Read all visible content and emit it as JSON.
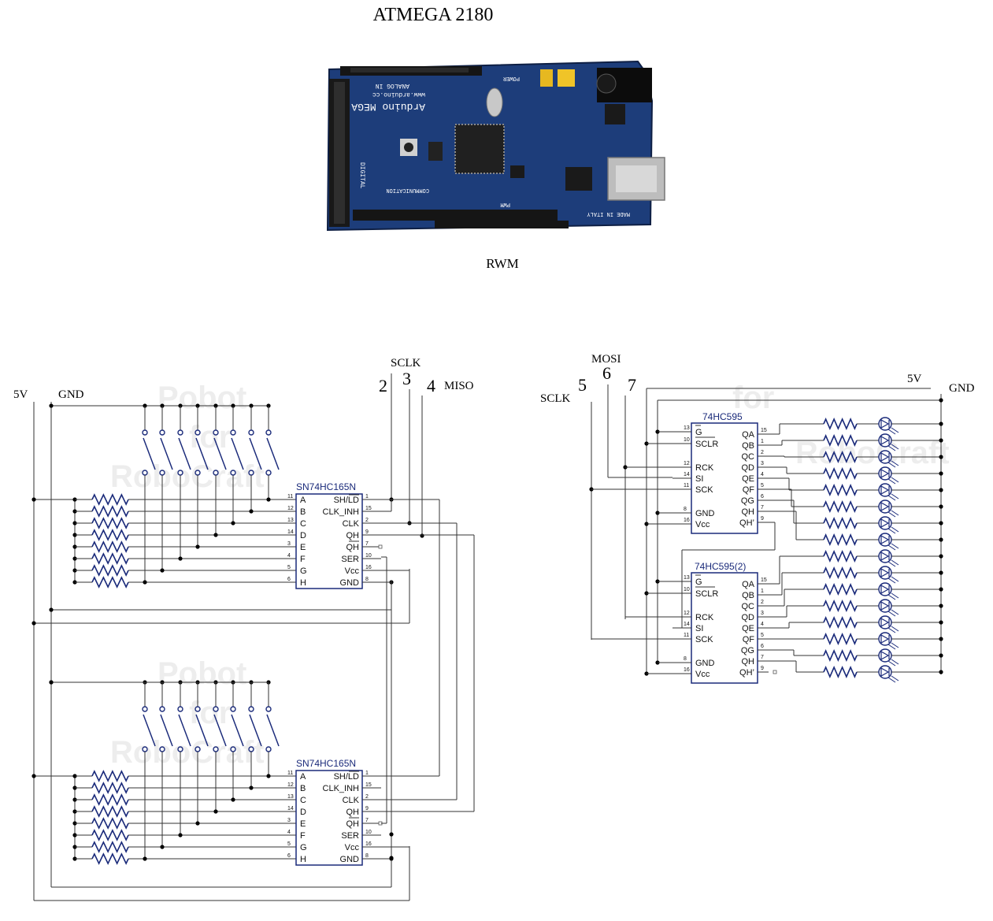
{
  "title": "ATMEGA 2180",
  "board": {
    "caption": "RWM",
    "silkscreen": [
      "Arduino MEGA",
      "www.arduino.cc",
      "ANALOG IN",
      "DIGITAL",
      "COMMUNICATION",
      "PWM",
      "POWER",
      "MADE IN ITALY"
    ]
  },
  "left": {
    "labels": {
      "vcc": "5V",
      "gnd": "GND",
      "sclk": "SCLK",
      "miso": "MISO",
      "pin2": "2",
      "pin3": "3",
      "pin4": "4"
    },
    "chip_name": "SN74HC165N",
    "inputs": [
      "A",
      "B",
      "C",
      "D",
      "E",
      "F",
      "G",
      "H"
    ],
    "input_pins": [
      "11",
      "12",
      "13",
      "14",
      "3",
      "4",
      "5",
      "6"
    ],
    "outputs": [
      "SH/LD",
      "CLK_INH",
      "CLK",
      "QH",
      "QH",
      "SER",
      "Vcc",
      "GND"
    ],
    "output_pins": [
      "1",
      "15",
      "2",
      "9",
      "7",
      "10",
      "16",
      "8"
    ]
  },
  "right": {
    "labels": {
      "vcc": "5V",
      "gnd": "GND",
      "sclk": "SCLK",
      "mosi": "MOSI",
      "pin5": "5",
      "pin6": "6",
      "pin7": "7"
    },
    "chip1_name": "74HC595",
    "chip2_name": "74HC595(2)",
    "inputs": [
      "G",
      "SCLR",
      "RCK",
      "SI",
      "SCK",
      "GND",
      "Vcc"
    ],
    "input_pins": [
      "13",
      "10",
      "12",
      "14",
      "11",
      "8",
      "16"
    ],
    "outputs": [
      "QA",
      "QB",
      "QC",
      "QD",
      "QE",
      "QF",
      "QG",
      "QH",
      "QH’"
    ],
    "output_pins": [
      "15",
      "1",
      "2",
      "3",
      "4",
      "5",
      "6",
      "7",
      "9"
    ]
  },
  "watermark": [
    "Pobot",
    "for",
    "RoboCraft"
  ]
}
